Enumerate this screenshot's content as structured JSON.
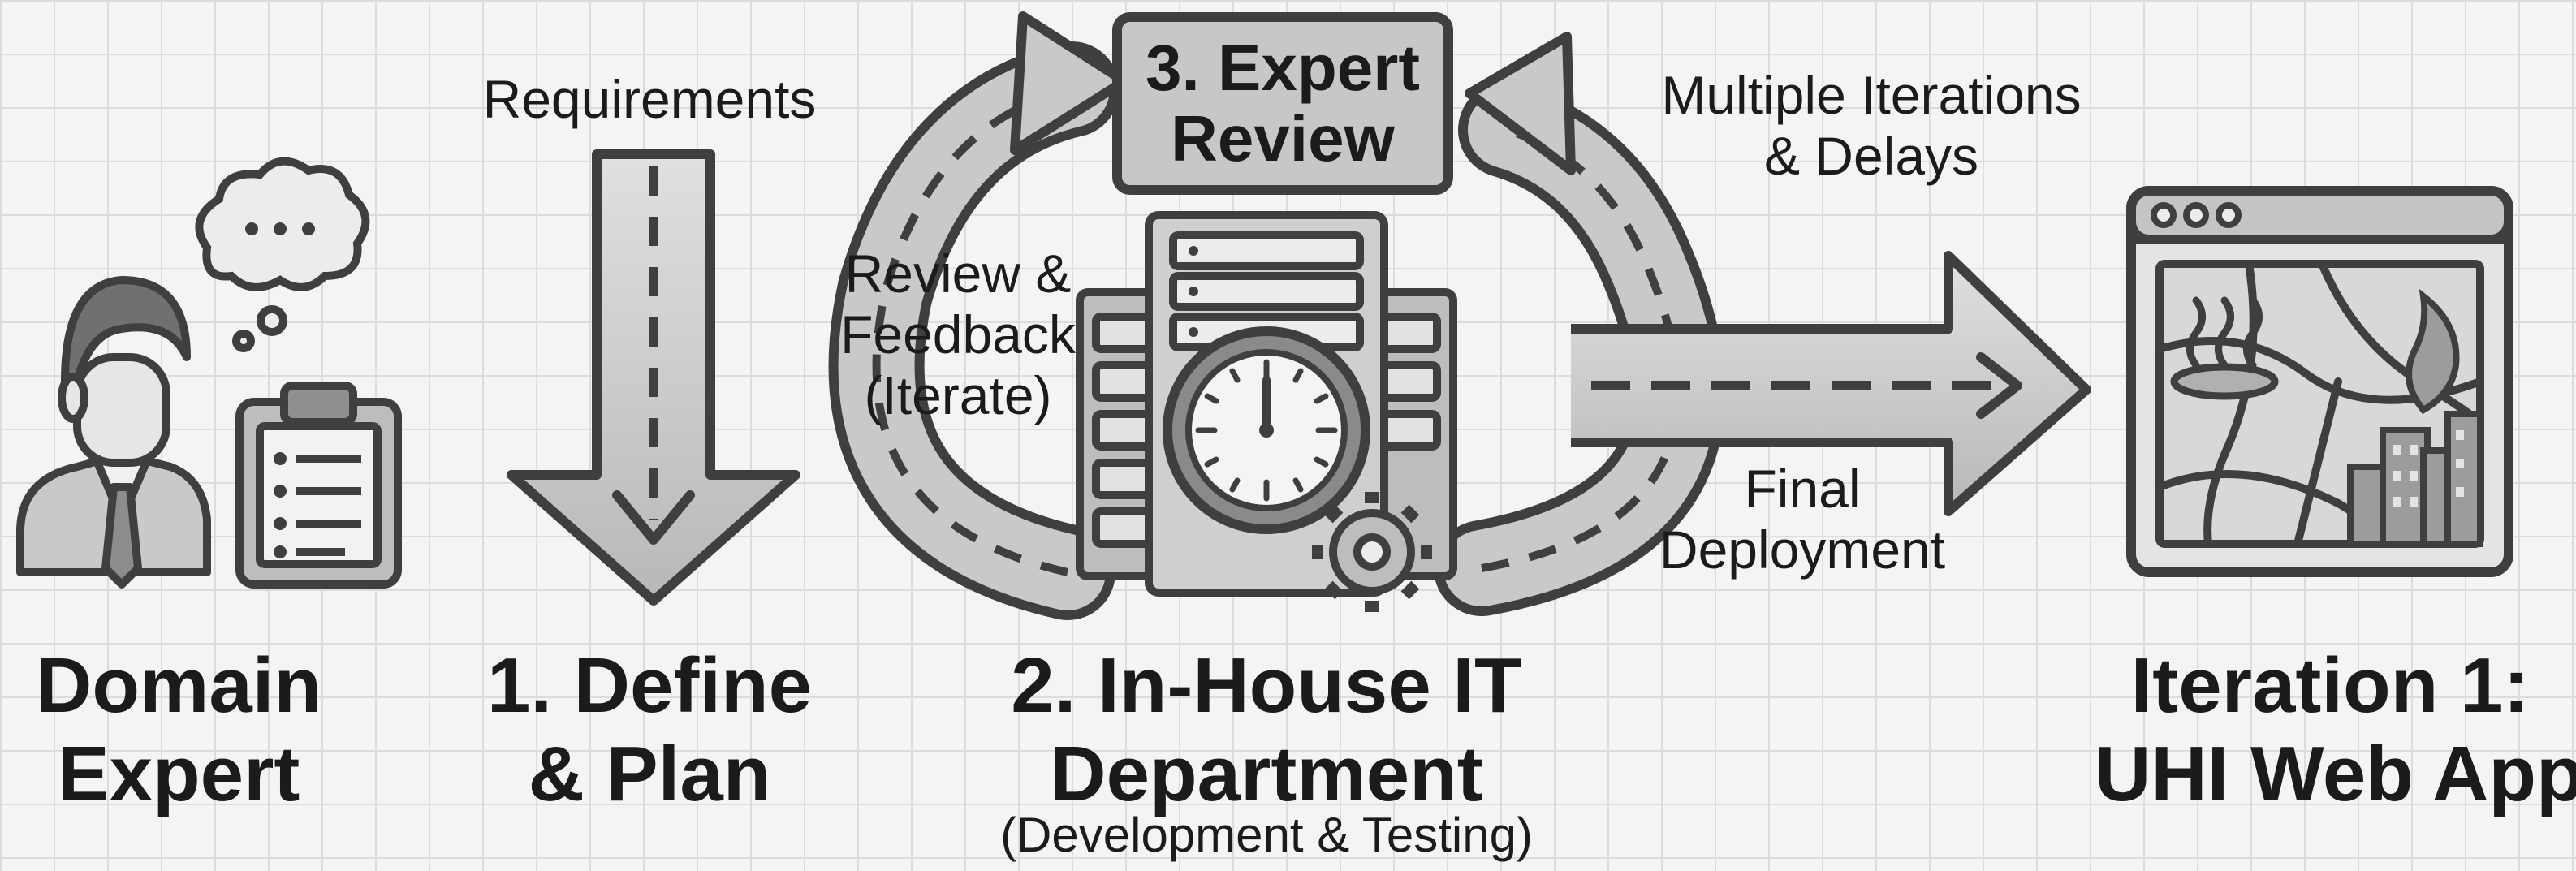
{
  "diagram": {
    "actors": {
      "domain_expert": {
        "line1": "Domain",
        "line2": "Expert"
      },
      "web_app": {
        "line1": "Iteration 1:",
        "line2": "UHI Web App"
      }
    },
    "steps": {
      "define_plan": {
        "line1": "1. Define",
        "line2": "& Plan"
      },
      "it_department": {
        "line1": "2. In-House IT",
        "line2": "Department",
        "sub": "(Development & Testing)"
      },
      "expert_review": {
        "line1": "3. Expert",
        "line2": "Review"
      }
    },
    "arrows": {
      "requirements": "Requirements",
      "review_feedback": {
        "line1": "Review &",
        "line2": "Feedback",
        "line3": "(Iterate)"
      },
      "iterations": {
        "line1": "Multiple Iterations",
        "line2": "& Delays"
      },
      "deployment": {
        "line1": "Final",
        "line2": "Deployment"
      }
    },
    "colors": {
      "background": "#f4f4f4",
      "grid": "#dcdcdc",
      "outline": "#3f3f3f",
      "fill_light": "#d2d2d2",
      "fill_mid": "#bcbcbc",
      "text": "#1b1b1b"
    },
    "icons": [
      "person-icon",
      "thought-bubble-icon",
      "clipboard-icon",
      "server-rack-icon",
      "clock-icon",
      "gear-icon",
      "browser-window-icon",
      "map-icon",
      "hot-spring-icon",
      "city-buildings-icon",
      "flame-icon"
    ]
  }
}
